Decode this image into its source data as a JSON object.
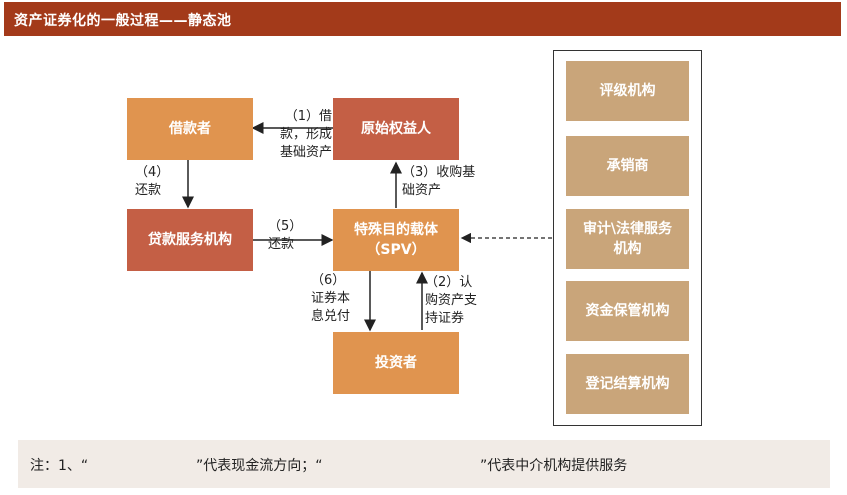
{
  "header": {
    "title": "资产证券化的一般过程——静态池"
  },
  "nodes": {
    "borrower": "借款者",
    "originator": "原始权益人",
    "servicer": "贷款服务机构",
    "spv_line1": "特殊目的载体",
    "spv_line2": "（SPV）",
    "investor": "投资者"
  },
  "intermediaries": [
    "评级机构",
    "承销商",
    "审计\\法律服务机构",
    "资金保管机构",
    "登记结算机构"
  ],
  "steps": {
    "s1": [
      "（1）借",
      "款，形成",
      "基础资产"
    ],
    "s2": [
      "（2）认",
      "购资产支",
      "持证券"
    ],
    "s3": [
      "（3）收购基",
      "础资产"
    ],
    "s4": [
      "（4）",
      "还款"
    ],
    "s5": [
      "（5）",
      "还款"
    ],
    "s6": [
      "（6）",
      "证券本",
      "息兑付"
    ]
  },
  "legend": {
    "prefix": "注：1、“",
    "solid_desc": "”代表现金流方向；“",
    "dashed_desc": "”代表中介机构提供服务"
  },
  "colors": {
    "header": "#a33a1a",
    "orange_box": "#e0944f",
    "red_box": "#c45f45",
    "tan_box": "#c9a57a",
    "note_bg": "#f1ebe6"
  }
}
